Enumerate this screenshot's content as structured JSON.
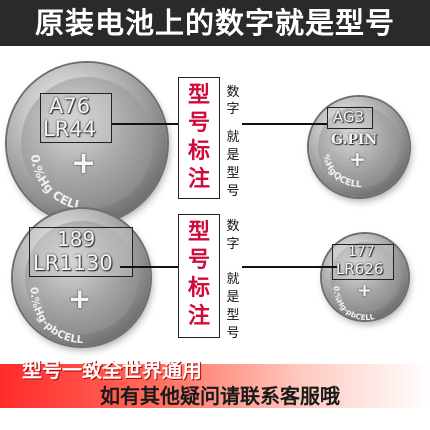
{
  "header": {
    "title": "原装电池上的数字就是型号"
  },
  "batteries": {
    "b1": {
      "code_line1": "A76",
      "code_line2": "LR44",
      "arc_text": "0.%Hg CELL",
      "plus": "+"
    },
    "b2": {
      "code_line1": "AG3",
      "arc_text_top": "G.PIN",
      "arc_text": "%HgQCELL",
      "plus": "+"
    },
    "b3": {
      "code_line1": "189",
      "code_line2": "LR1130",
      "arc_text": "0.%Hg-pbCELL",
      "plus": "+"
    },
    "b4": {
      "code_line1": "177",
      "code_line2": "LR626",
      "arc_text": "0.%Hg-pbCELL",
      "plus": "+"
    }
  },
  "labels": {
    "row1": {
      "label_chars": [
        "型",
        "号",
        "标",
        "注"
      ],
      "side_chars": [
        "数",
        "字",
        "就",
        "是",
        "型",
        "号"
      ]
    },
    "row2": {
      "label_chars": [
        "型",
        "号",
        "标",
        "注"
      ],
      "side_chars": [
        "数",
        "字",
        "就",
        "是",
        "型",
        "号"
      ]
    }
  },
  "footer": {
    "line1": "型号一致全世界通用",
    "line2": "如有其他疑问请联系客服哦"
  },
  "colors": {
    "banner": "#2a2a2a",
    "label_red": "#d10a3c",
    "footer_red": "#ff2a2a"
  }
}
